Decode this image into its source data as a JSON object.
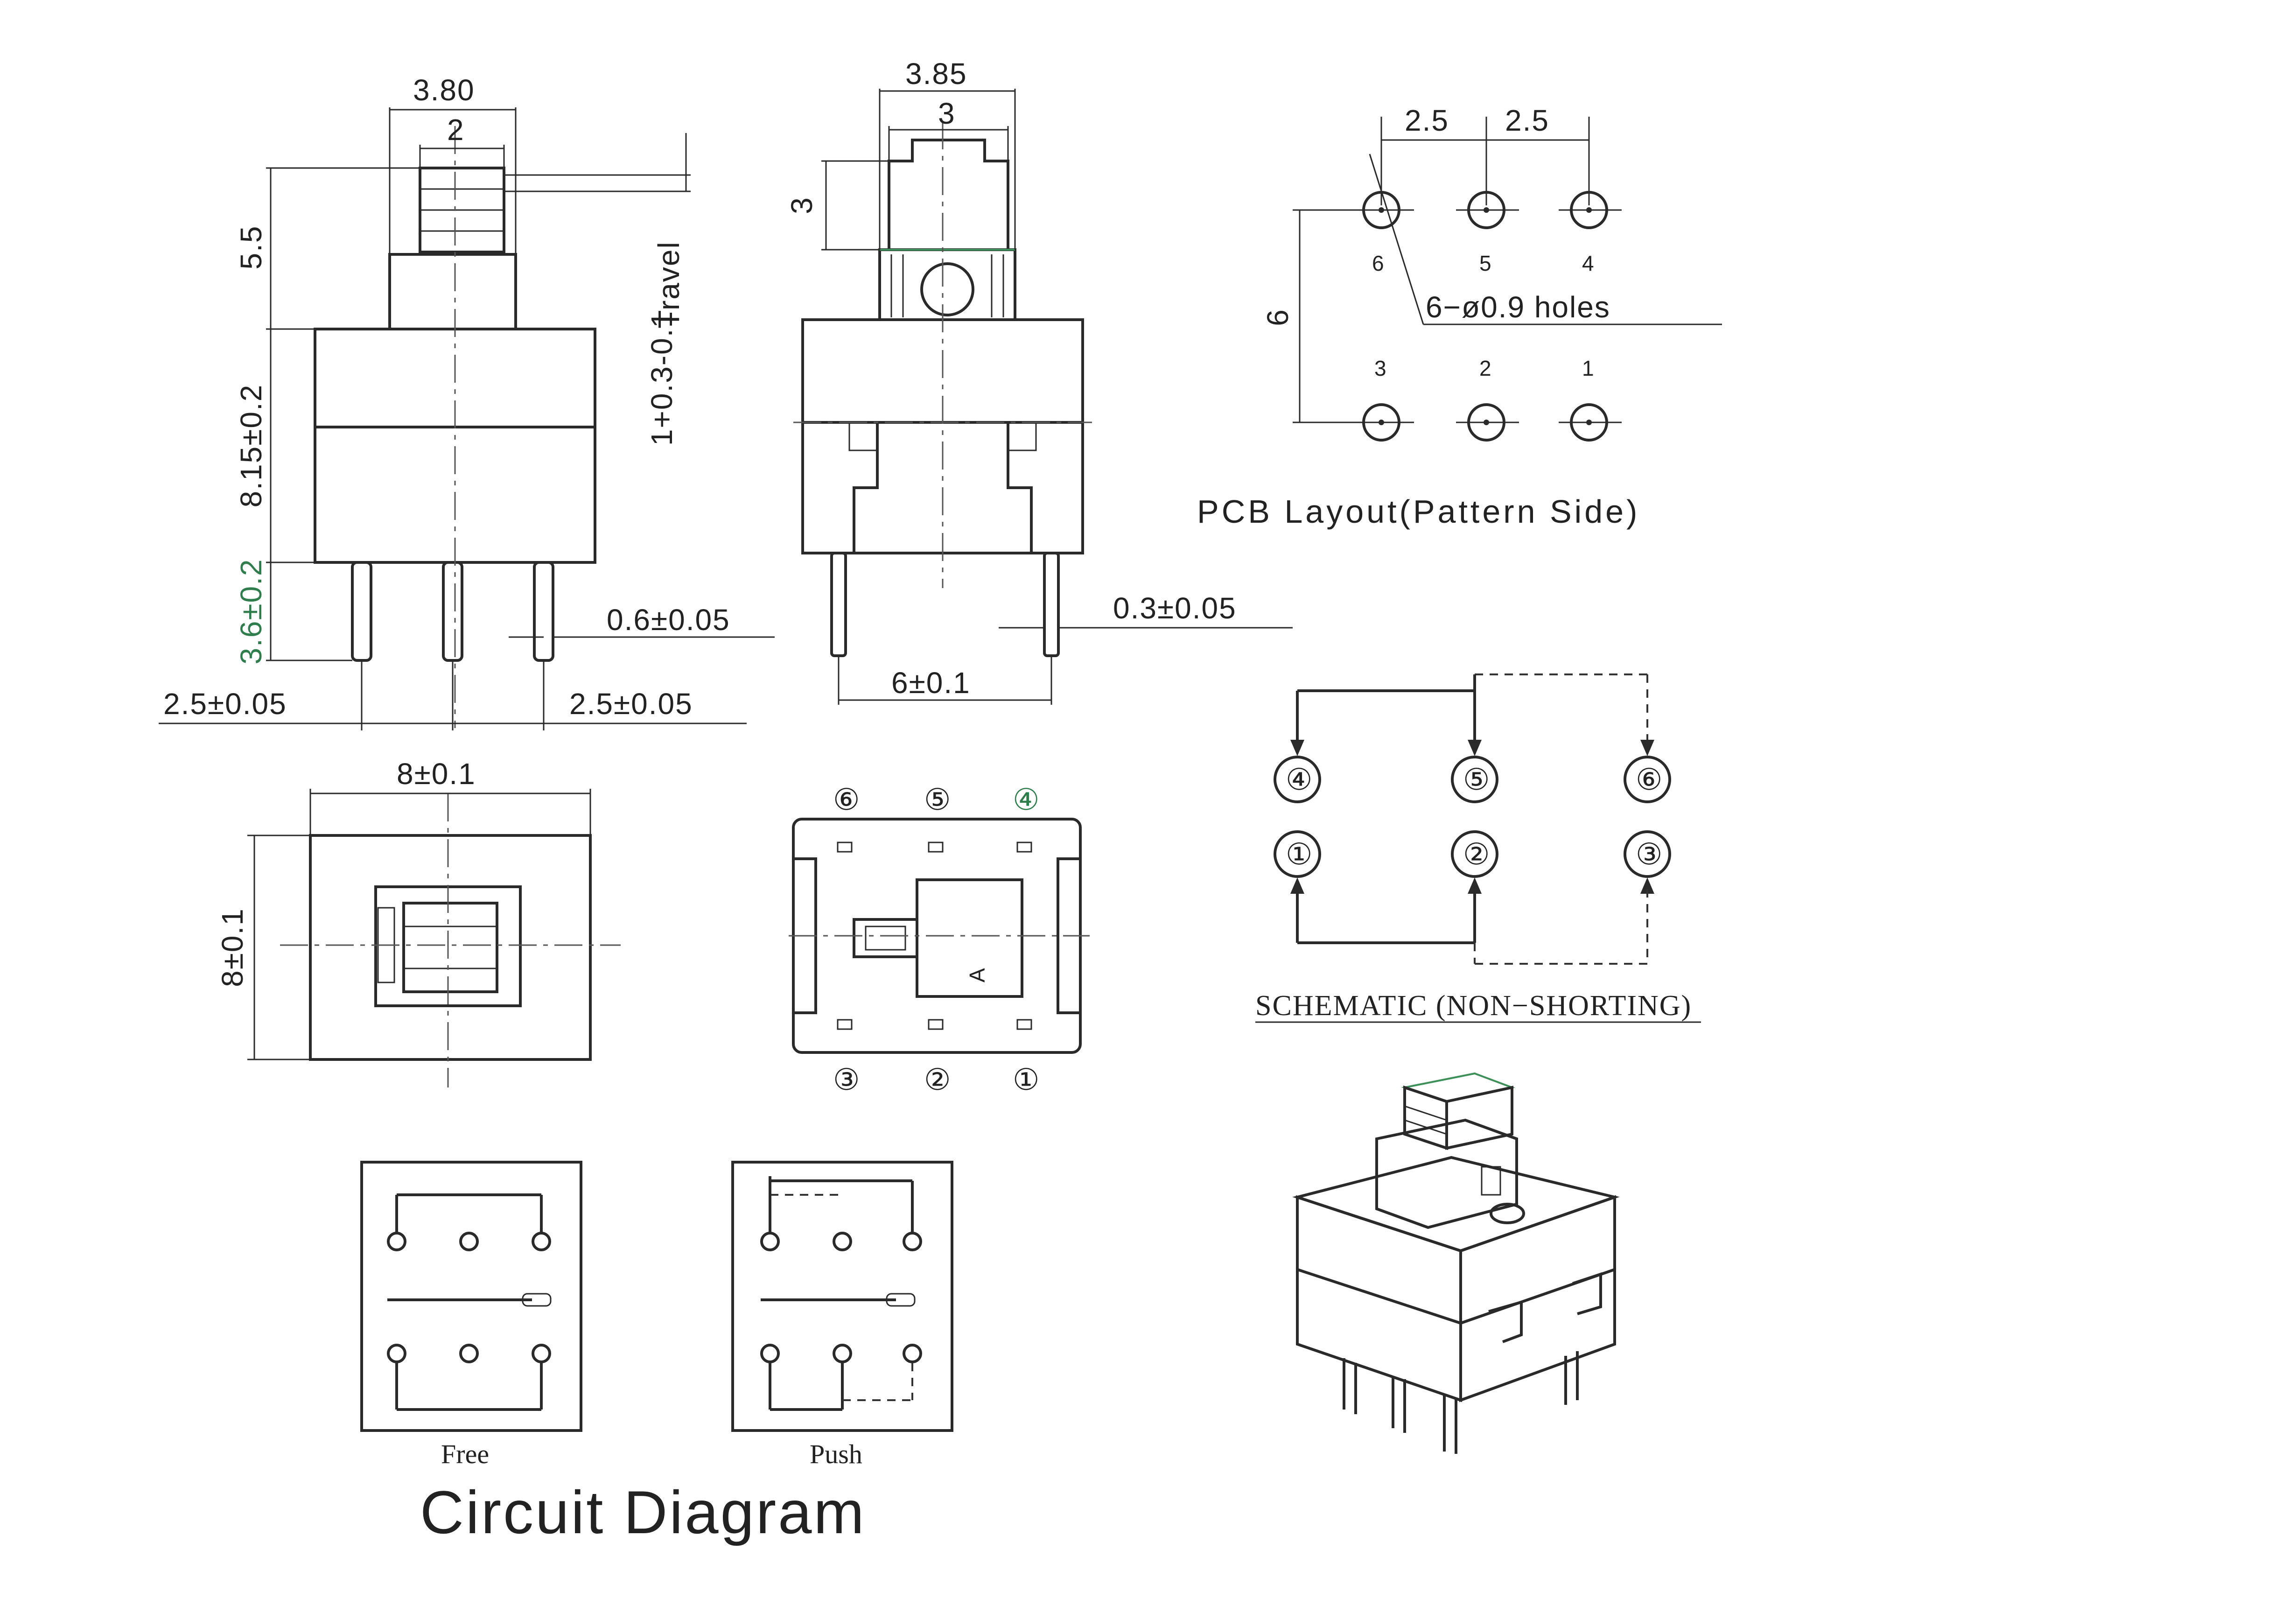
{
  "side_view": {
    "dims": {
      "top_width": "3.80",
      "top_inner": "2",
      "height_plunger": "5.5",
      "body_height": "8.15±0.2",
      "pin_height": "3.6±0.2",
      "travel_label": "Travel",
      "travel_value": "1+0.3-0.1",
      "pin_dia": "0.6±0.05",
      "pitch_left": "2.5±0.05",
      "pitch_right": "2.5±0.05"
    }
  },
  "front_view": {
    "dims": {
      "top_width": "3.85",
      "top_inner": "3",
      "left_height": "3",
      "pin_thick": "0.3±0.05",
      "pin_span": "6±0.1"
    }
  },
  "pcb_layout": {
    "pitch_a": "2.5",
    "pitch_b": "2.5",
    "row_gap": "6",
    "holes_note": "6−ø0.9  holes",
    "title": "PCB  Layout(Pattern  Side)",
    "top_pins": [
      "6",
      "5",
      "4"
    ],
    "bottom_pins": [
      "3",
      "2",
      "1"
    ]
  },
  "top_view": {
    "width": "8±0.1",
    "height": "8±0.1"
  },
  "bottom_view": {
    "top_pins": [
      "⑥",
      "⑤",
      "④"
    ],
    "bottom_pins": [
      "③",
      "②",
      "①"
    ],
    "mark": "A"
  },
  "schematic": {
    "top_pins": [
      "④",
      "⑤",
      "⑥"
    ],
    "bottom_pins": [
      "①",
      "②",
      "③"
    ],
    "title": "SCHEMATIC (NON−SHORTING)"
  },
  "circuit": {
    "free_label": "Free",
    "push_label": "Push",
    "title": "Circuit  Diagram"
  },
  "colors": {
    "line": "#2a2a2a",
    "accent_green": "#3f8f5a"
  }
}
